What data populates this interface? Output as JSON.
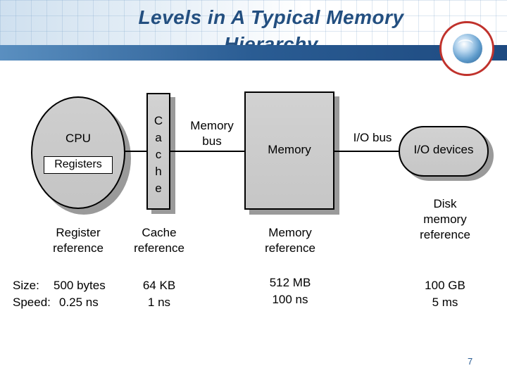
{
  "slide": {
    "title": "Levels in A Typical Memory Hierarchy",
    "page_number": "7"
  },
  "colors": {
    "title": "#234f80",
    "header_band": "#2a5c93",
    "logo_ring": "#c0322c",
    "component_fill": "#cfcfcf"
  },
  "diagram": {
    "cpu": {
      "label": "CPU",
      "inner_box": "Registers"
    },
    "cache": {
      "letters": [
        "C",
        "a",
        "c",
        "h",
        "e"
      ]
    },
    "memory_bus": {
      "line1": "Memory",
      "line2": "bus"
    },
    "memory": {
      "label": "Memory"
    },
    "io_bus": {
      "label": "I/O bus"
    },
    "io_devices": {
      "label": "I/O devices"
    },
    "references": {
      "register": {
        "line1": "Register",
        "line2": "reference"
      },
      "cache": {
        "line1": "Cache",
        "line2": "reference"
      },
      "memory": {
        "line1": "Memory",
        "line2": "reference"
      },
      "disk": {
        "line1": "Disk",
        "line2": "memory",
        "line3": "reference"
      }
    }
  },
  "stats": {
    "size_label": "Size:",
    "speed_label": "Speed:",
    "register": {
      "size": "500 bytes",
      "speed": "0.25 ns"
    },
    "cache": {
      "size": "64 KB",
      "speed": "1 ns"
    },
    "memory": {
      "size": "512 MB",
      "speed": "100 ns"
    },
    "disk": {
      "size": "100 GB",
      "speed": "5 ms"
    }
  }
}
